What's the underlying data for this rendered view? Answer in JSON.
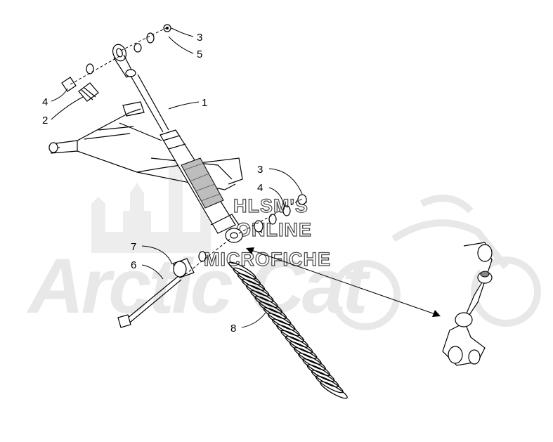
{
  "watermark": {
    "lines": [
      "HLSM'S",
      "ONLINE",
      "MICROFICHE"
    ],
    "brand": "Arctic Cat"
  },
  "callouts": [
    {
      "id": "c3a",
      "label": "3"
    },
    {
      "id": "c5",
      "label": "5"
    },
    {
      "id": "c4a",
      "label": "4"
    },
    {
      "id": "c2",
      "label": "2"
    },
    {
      "id": "c1",
      "label": "1"
    },
    {
      "id": "c3b",
      "label": "3"
    },
    {
      "id": "c4b",
      "label": "4"
    },
    {
      "id": "c7",
      "label": "7"
    },
    {
      "id": "c6",
      "label": "6"
    },
    {
      "id": "c8",
      "label": "8"
    }
  ]
}
